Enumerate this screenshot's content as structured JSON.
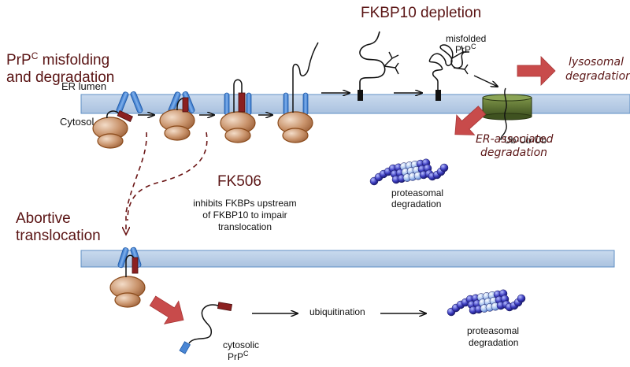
{
  "labels": {
    "prpc_misfolding_line1": "PrP",
    "prpc_misfolding_sup": "C",
    "prpc_misfolding_rest": " misfolding",
    "prpc_misfolding_line2": "and degradation",
    "er_lumen": "ER lumen",
    "cytosol": "Cytosol",
    "fkbp10_depletion": "FKBP10 depletion",
    "misfolded_line1": "misfolded",
    "misfolded_prp": "PrP",
    "misfolded_sup": "C",
    "lysosomal_line1": "lysosomal",
    "lysosomal_line2": "degradation",
    "ub_chain": "Ub-Ub-Ub",
    "erad_line1": "ER-associated",
    "erad_line2": "degradation",
    "proteasomal_top_line1": "proteasomal",
    "proteasomal_top_line2": "degradation",
    "fk506_title": "FK506",
    "fk506_line1": "inhibits FKBPs upstream",
    "fk506_line2": "of FKBP10 to impair",
    "fk506_line3": "translocation",
    "abortive_line1": "Abortive",
    "abortive_line2": "translocation",
    "cytosolic_line1": "cytosolic",
    "cytosolic_prp": "PrP",
    "cytosolic_sup": "C",
    "ubiquitination": "ubiquitination",
    "proteasomal_bottom_line1": "proteasomal",
    "proteasomal_bottom_line2": "degradation"
  },
  "colors": {
    "membrane": "#b8cde4",
    "membrane_edge": "#5f8fc4",
    "translocon": "#4a86d4",
    "signal_peptide": "#8b2020",
    "ribosome": "#c8926a",
    "ribosome_edge": "#8a4a1a",
    "big_arrow": "#c84b4b",
    "dashed_arrow": "#6b1515",
    "title_text": "#5a1414",
    "erad_channel": "#556b2f",
    "proteasome_dark": "#2e2ea0",
    "proteasome_light": "#c8dcf6"
  }
}
